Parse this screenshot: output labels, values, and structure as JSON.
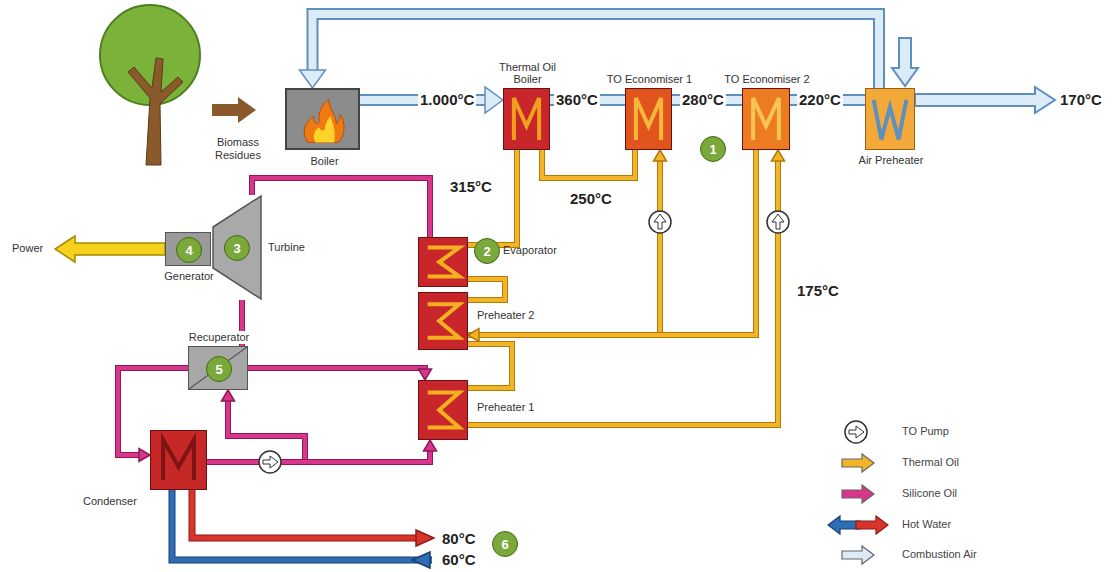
{
  "diagram": {
    "nodes": [
      {
        "text": [
          "Boiler"
        ]
      },
      {
        "text": [
          "Thermal Oil Boiler"
        ]
      },
      {
        "text": [
          "TO Economiser 1"
        ]
      },
      {
        "text": [
          "TO Economiser 2"
        ]
      },
      {
        "text": [
          "Air Preheater"
        ]
      },
      {
        "text": [
          "1"
        ]
      },
      {
        "text": [
          "Evaporator"
        ]
      },
      {
        "text": [
          "2"
        ]
      },
      {
        "text": [
          "Preheater 2"
        ]
      },
      {
        "text": [
          "Preheater 1"
        ]
      },
      {
        "text": [
          "Generator"
        ]
      },
      {
        "text": [
          "4"
        ],
        "in": 10
      },
      {
        "text": [
          "Turbine"
        ]
      },
      {
        "text": [
          "3"
        ],
        "in": 12
      },
      {
        "text": [
          "Recuperator"
        ]
      },
      {
        "text": [
          "5"
        ],
        "in": 14
      },
      {
        "text": [
          "Condenser"
        ]
      },
      {
        "text": [
          "6"
        ]
      }
    ],
    "edges": [
      {
        "from": 0,
        "to": 1,
        "arrow": "to"
      },
      {
        "from": 1,
        "to": 2,
        "arrow": "none"
      },
      {
        "from": 2,
        "to": 3,
        "arrow": "none"
      },
      {
        "from": 3,
        "to": 4,
        "arrow": "none"
      },
      {
        "from": 4,
        "to": 0,
        "arrow": "to"
      },
      {
        "from": 1,
        "to": 6,
        "arrow": "none"
      },
      {
        "from": 2,
        "to": 1,
        "arrow": "none"
      },
      {
        "from": 8,
        "to": 2,
        "arrow": "to"
      },
      {
        "from": 3,
        "to": 8,
        "arrow": "to"
      },
      {
        "from": 9,
        "to": 3,
        "arrow": "to"
      },
      {
        "from": 6,
        "to": 8,
        "arrow": "none"
      },
      {
        "from": 8,
        "to": 9,
        "arrow": "none"
      },
      {
        "from": 6,
        "to": 12,
        "arrow": "none"
      },
      {
        "from": 12,
        "to": 14,
        "arrow": "none"
      },
      {
        "from": 14,
        "to": 16,
        "arrow": "to"
      },
      {
        "from": 16,
        "to": 14,
        "arrow": "to"
      },
      {
        "from": 16,
        "to": 9,
        "arrow": "to"
      },
      {
        "from": 14,
        "to": 9,
        "arrow": "to"
      }
    ],
    "labels": [
      "Biomass Residues",
      "1.000°C",
      "360°C",
      "280°C",
      "220°C",
      "170°C",
      "315°C",
      "250°C",
      "175°C",
      "Power",
      "80°C",
      "60°C"
    ],
    "legend": [
      {
        "text": "TO Pump"
      },
      {
        "text": "Thermal Oil",
        "color": "#f4b428"
      },
      {
        "text": "Silicone Oil",
        "color": "#d8368c"
      },
      {
        "text": "Hot Water"
      },
      {
        "text": "Combustion Air",
        "color": "#dcebf8"
      }
    ]
  }
}
